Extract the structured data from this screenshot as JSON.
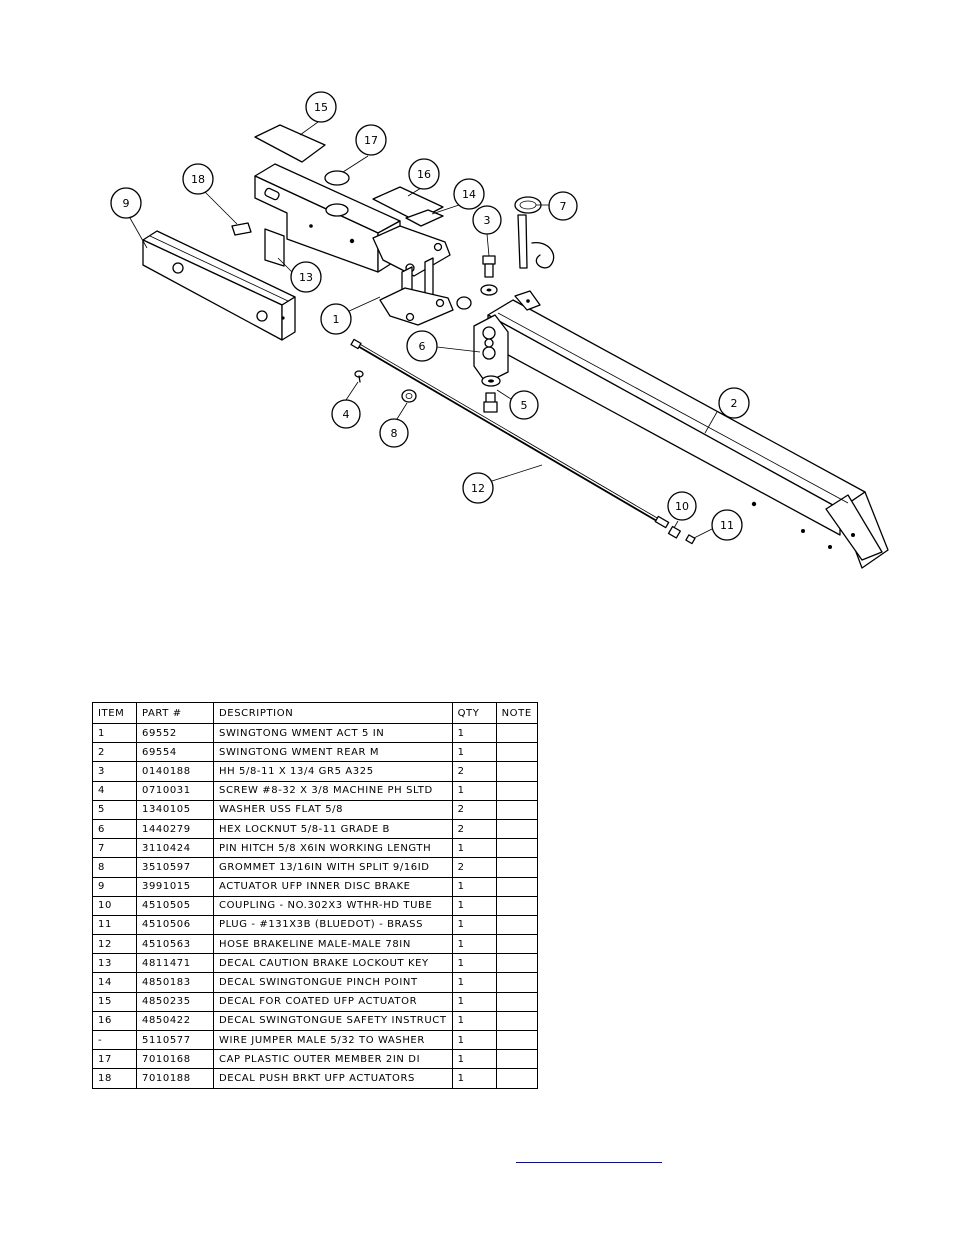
{
  "diagram": {
    "balloons": [
      {
        "id": "15",
        "label": "15"
      },
      {
        "id": "17",
        "label": "17"
      },
      {
        "id": "16",
        "label": "16"
      },
      {
        "id": "18",
        "label": "18"
      },
      {
        "id": "14",
        "label": "14"
      },
      {
        "id": "9",
        "label": "9"
      },
      {
        "id": "3",
        "label": "3"
      },
      {
        "id": "7",
        "label": "7"
      },
      {
        "id": "13",
        "label": "13"
      },
      {
        "id": "1",
        "label": "1"
      },
      {
        "id": "6",
        "label": "6"
      },
      {
        "id": "2",
        "label": "2"
      },
      {
        "id": "4",
        "label": "4"
      },
      {
        "id": "5",
        "label": "5"
      },
      {
        "id": "8",
        "label": "8"
      },
      {
        "id": "12",
        "label": "12"
      },
      {
        "id": "10",
        "label": "10"
      },
      {
        "id": "11",
        "label": "11"
      }
    ]
  },
  "parts_table": {
    "headers": {
      "item": "ITEM",
      "part": "PART #",
      "description": "DESCRIPTION",
      "qty": "QTY",
      "note": "NOTE"
    },
    "rows": [
      {
        "item": "1",
        "part": "69552",
        "description": "SWINGTONG WMENT ACT 5 IN",
        "qty": "1",
        "note": ""
      },
      {
        "item": "2",
        "part": "69554",
        "description": "SWINGTONG WMENT REAR M",
        "qty": "1",
        "note": ""
      },
      {
        "item": "3",
        "part": "0140188",
        "description": "HH 5/8-11 X 13/4  GR5 A325",
        "qty": "2",
        "note": ""
      },
      {
        "item": "4",
        "part": "0710031",
        "description": "SCREW #8-32 X 3/8 MACHINE PH SLTD",
        "qty": "1",
        "note": ""
      },
      {
        "item": "5",
        "part": "1340105",
        "description": "WASHER USS FLAT 5/8",
        "qty": "2",
        "note": ""
      },
      {
        "item": "6",
        "part": "1440279",
        "description": "HEX LOCKNUT 5/8-11 GRADE B",
        "qty": "2",
        "note": ""
      },
      {
        "item": "7",
        "part": "3110424",
        "description": "PIN HITCH 5/8 X6IN WORKING LENGTH",
        "qty": "1",
        "note": ""
      },
      {
        "item": "8",
        "part": "3510597",
        "description": "GROMMET 13/16IN  WITH SPLIT 9/16ID",
        "qty": "2",
        "note": ""
      },
      {
        "item": "9",
        "part": "3991015",
        "description": "ACTUATOR UFP INNER  DISC BRAKE",
        "qty": "1",
        "note": ""
      },
      {
        "item": "10",
        "part": "4510505",
        "description": "COUPLING - NO.302X3 WTHR-HD TUBE",
        "qty": "1",
        "note": ""
      },
      {
        "item": "11",
        "part": "4510506",
        "description": "PLUG - #131X3B (BLUEDOT) - BRASS",
        "qty": "1",
        "note": ""
      },
      {
        "item": "12",
        "part": "4510563",
        "description": "HOSE BRAKELINE MALE-MALE 78IN",
        "qty": "1",
        "note": ""
      },
      {
        "item": "13",
        "part": "4811471",
        "description": "DECAL CAUTION BRAKE LOCKOUT KEY",
        "qty": "1",
        "note": ""
      },
      {
        "item": "14",
        "part": "4850183",
        "description": "DECAL SWINGTONGUE PINCH POINT",
        "qty": "1",
        "note": ""
      },
      {
        "item": "15",
        "part": "4850235",
        "description": "DECAL FOR COATED UFP ACTUATOR",
        "qty": "1",
        "note": ""
      },
      {
        "item": "16",
        "part": "4850422",
        "description": "DECAL SWINGTONGUE SAFETY INSTRUCT",
        "qty": "1",
        "note": ""
      },
      {
        "item": "-",
        "part": "5110577",
        "description": "WIRE JUMPER MALE 5/32 TO WASHER",
        "qty": "1",
        "note": ""
      },
      {
        "item": "17",
        "part": "7010168",
        "description": "CAP  PLASTIC OUTER MEMBER 2IN DI",
        "qty": "1",
        "note": ""
      },
      {
        "item": "18",
        "part": "7010188",
        "description": "DECAL PUSH BRKT UFP ACTUATORS",
        "qty": "1",
        "note": ""
      }
    ]
  }
}
